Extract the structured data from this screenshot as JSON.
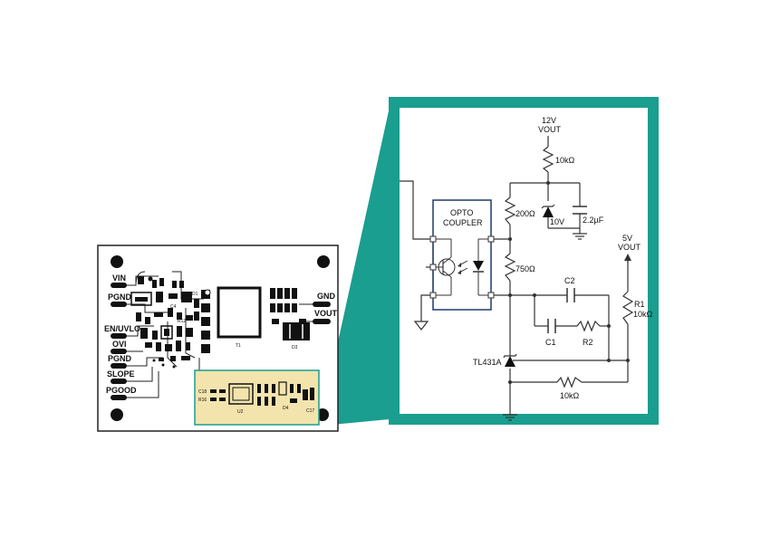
{
  "pcb": {
    "pin_labels": [
      "VIN",
      "PGND",
      "EN/UVLO",
      "OVI",
      "PGND",
      "SLOPE",
      "PGOOD",
      "GND",
      "VOUT"
    ],
    "components": {
      "transformer": "T1",
      "diode": "D3",
      "d1": "D1",
      "d4": "D4",
      "c4": "C4",
      "u2": "U2",
      "r12": "R12",
      "c18": "C18",
      "r16": "R16",
      "c17": "C17"
    }
  },
  "schematic": {
    "vout12_line1": "12V",
    "vout12_line2": "VOUT",
    "r_10k_top": "10kΩ",
    "zener": "10V",
    "cap_22": "2.2µF",
    "r_200": "200Ω",
    "r_750": "750Ω",
    "opto_line1": "OPTO",
    "opto_line2": "COUPLER",
    "vout5_line1": "5V",
    "vout5_line2": "VOUT",
    "r1_name": "R1",
    "r1_value": "10kΩ",
    "c2": "C2",
    "c1": "C1",
    "r2": "R2",
    "tl431": "TL431A",
    "r_10k_bottom": "10kΩ"
  },
  "colors": {
    "frame": "#1a9e8f",
    "highlight": "#f3e4ad",
    "opto_box": "#1f3a6b",
    "wire": "#333333"
  }
}
